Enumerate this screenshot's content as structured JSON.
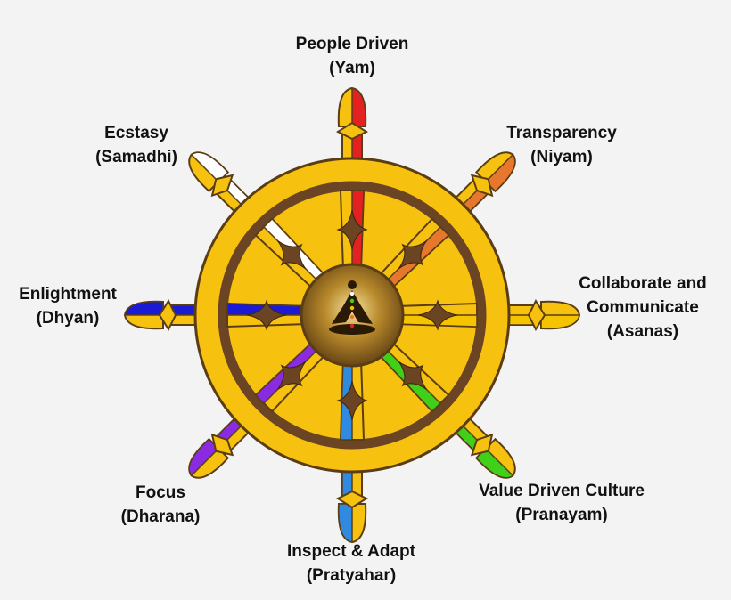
{
  "spokes": [
    {
      "id": "yam",
      "line1": "People Driven",
      "line2": "(Yam)",
      "color": "#e32121"
    },
    {
      "id": "niyam",
      "line1": "Transparency",
      "line2": "(Niyam)",
      "color": "#e8772e"
    },
    {
      "id": "asanas",
      "line1": "Collaborate and Communicate",
      "line2": "(Asanas)",
      "color": "#f5c400"
    },
    {
      "id": "pranayam",
      "line1": "Value Driven Culture",
      "line2": "(Pranayam)",
      "color": "#3fd11a"
    },
    {
      "id": "pratyahar",
      "line1": "Inspect & Adapt",
      "line2": "(Pratyahar)",
      "color": "#2f8ae0"
    },
    {
      "id": "dharana",
      "line1": "Focus",
      "line2": "(Dharana)",
      "color": "#8a2be2"
    },
    {
      "id": "dhyan",
      "line1": "Enlightment",
      "line2": "(Dhyan)",
      "color": "#1b1bd6"
    },
    {
      "id": "samadhi",
      "line1": "Ecstasy",
      "line2": "(Samadhi)",
      "color": "#ffffff"
    }
  ],
  "colors": {
    "gold": "#f7c10f",
    "gold_light": "#fbdc63",
    "outline": "#5a3d14",
    "inner_ring": "#6b4423",
    "background": "#f3f3f3"
  },
  "hub": {
    "image": "meditating-figure-icon"
  }
}
